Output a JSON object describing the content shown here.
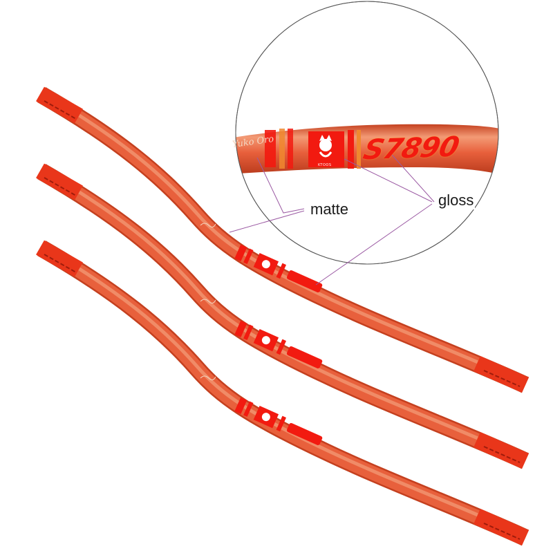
{
  "colors": {
    "bar_body": "#e8603c",
    "bar_highlight": "#f39a75",
    "bar_shadow": "#c4401f",
    "bar_end": "#e9361a",
    "graphic_gloss": "#f21a10",
    "callout_line": "#9b5aa3"
  },
  "callouts": {
    "matte": "matte",
    "gloss": "gloss"
  },
  "zoom_detail": {
    "signature": "Yuko Oro",
    "brand": "KTOOS",
    "model": "S7890",
    "icon": "fox-mascot-icon"
  },
  "product": {
    "item": "riser handlebar",
    "count": 3
  }
}
